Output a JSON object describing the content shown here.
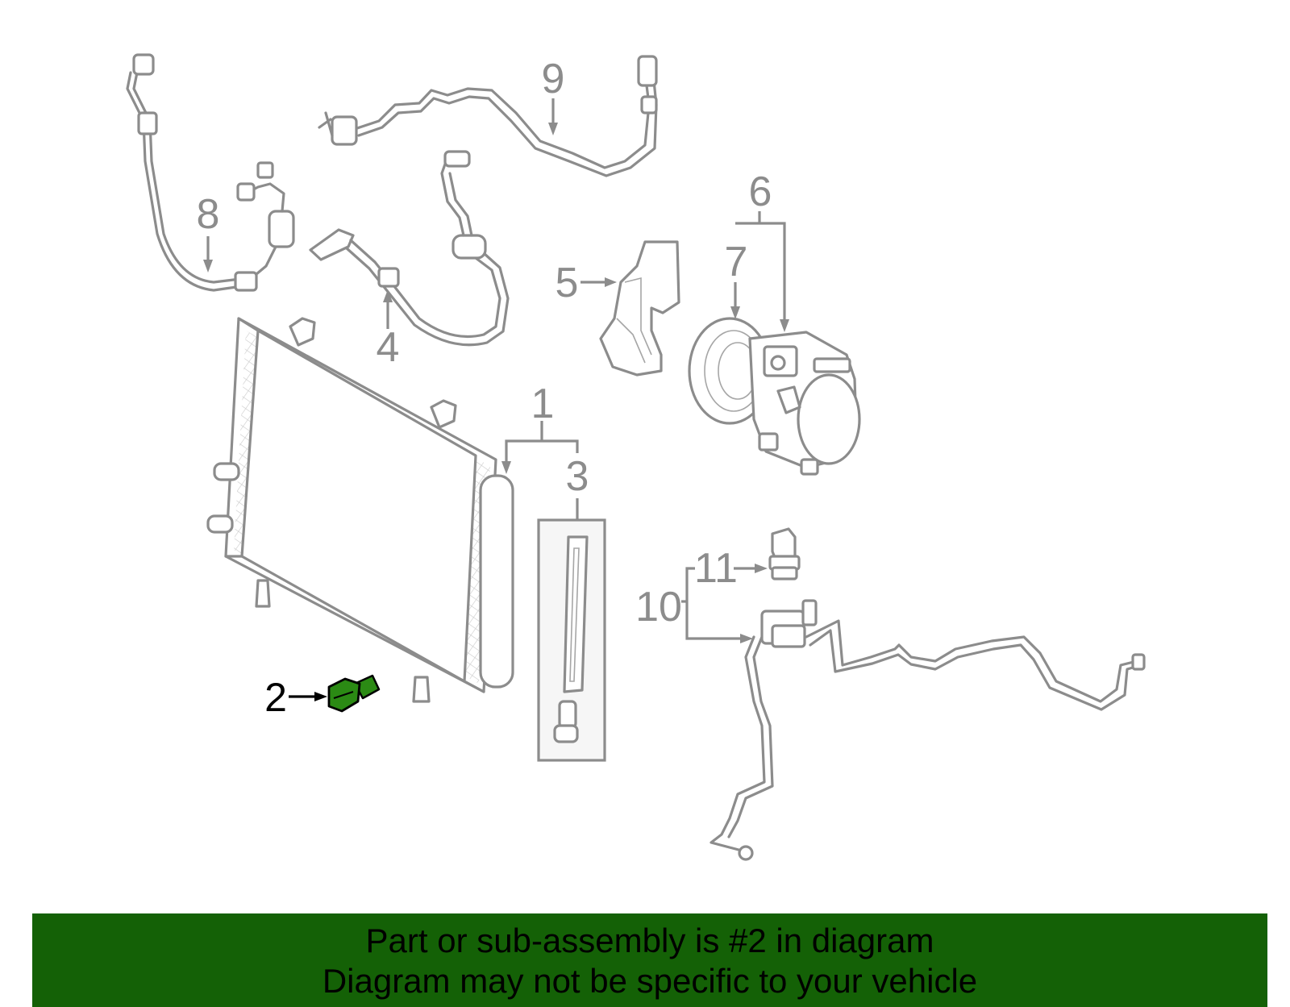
{
  "callouts": {
    "c1": "1",
    "c2": "2",
    "c3": "3",
    "c4": "4",
    "c5": "5",
    "c6": "6",
    "c7": "7",
    "c8": "8",
    "c9": "9",
    "c10": "10",
    "c11": "11"
  },
  "highlight": {
    "part_number": "2",
    "color": "#2b8a14"
  },
  "colors": {
    "banner": "#146106",
    "line_art": "#8c8c8c"
  },
  "banner": {
    "line1": "Part or sub-assembly is #2 in diagram",
    "line2": "Diagram may not be specific to your vehicle"
  }
}
